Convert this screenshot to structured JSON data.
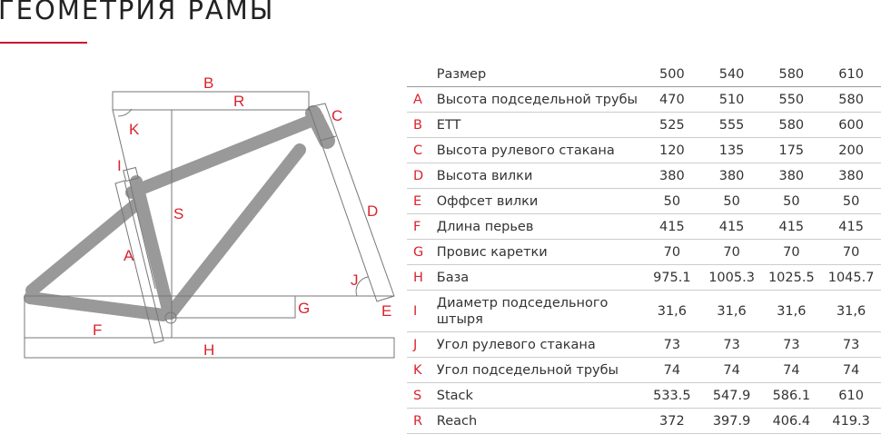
{
  "title": "ГЕОМЕТРИЯ РАМЫ",
  "accent": "#d9232d",
  "diagram_labels": [
    "B",
    "R",
    "K",
    "C",
    "I",
    "S",
    "D",
    "A",
    "J",
    "G",
    "E",
    "F",
    "H"
  ],
  "table": {
    "header": {
      "label": "Размер",
      "sizes": [
        "500",
        "540",
        "580",
        "610"
      ]
    },
    "rows": [
      {
        "key": "A",
        "label": "Высота подседельной трубы",
        "values": [
          "470",
          "510",
          "550",
          "580"
        ]
      },
      {
        "key": "B",
        "label": "ETT",
        "values": [
          "525",
          "555",
          "580",
          "600"
        ]
      },
      {
        "key": "C",
        "label": "Высота рулевого стакана",
        "values": [
          "120",
          "135",
          "175",
          "200"
        ]
      },
      {
        "key": "D",
        "label": "Высота вилки",
        "values": [
          "380",
          "380",
          "380",
          "380"
        ]
      },
      {
        "key": "E",
        "label": "Оффсет вилки",
        "values": [
          "50",
          "50",
          "50",
          "50"
        ]
      },
      {
        "key": "F",
        "label": "Длина перьев",
        "values": [
          "415",
          "415",
          "415",
          "415"
        ]
      },
      {
        "key": "G",
        "label": "Провис каретки",
        "values": [
          "70",
          "70",
          "70",
          "70"
        ]
      },
      {
        "key": "H",
        "label": "База",
        "values": [
          "975.1",
          "1005.3",
          "1025.5",
          "1045.7"
        ]
      },
      {
        "key": "I",
        "label": "Диаметр подседельного штыря",
        "values": [
          "31,6",
          "31,6",
          "31,6",
          "31,6"
        ]
      },
      {
        "key": "J",
        "label": "Угол рулевого стакана",
        "values": [
          "73",
          "73",
          "73",
          "73"
        ]
      },
      {
        "key": "K",
        "label": "Угол подседельной трубы",
        "values": [
          "74",
          "74",
          "74",
          "74"
        ]
      },
      {
        "key": "S",
        "label": "Stack",
        "values": [
          "533.5",
          "547.9",
          "586.1",
          "610"
        ]
      },
      {
        "key": "R",
        "label": "Reach",
        "values": [
          "372",
          "397.9",
          "406.4",
          "419.3"
        ]
      }
    ]
  }
}
